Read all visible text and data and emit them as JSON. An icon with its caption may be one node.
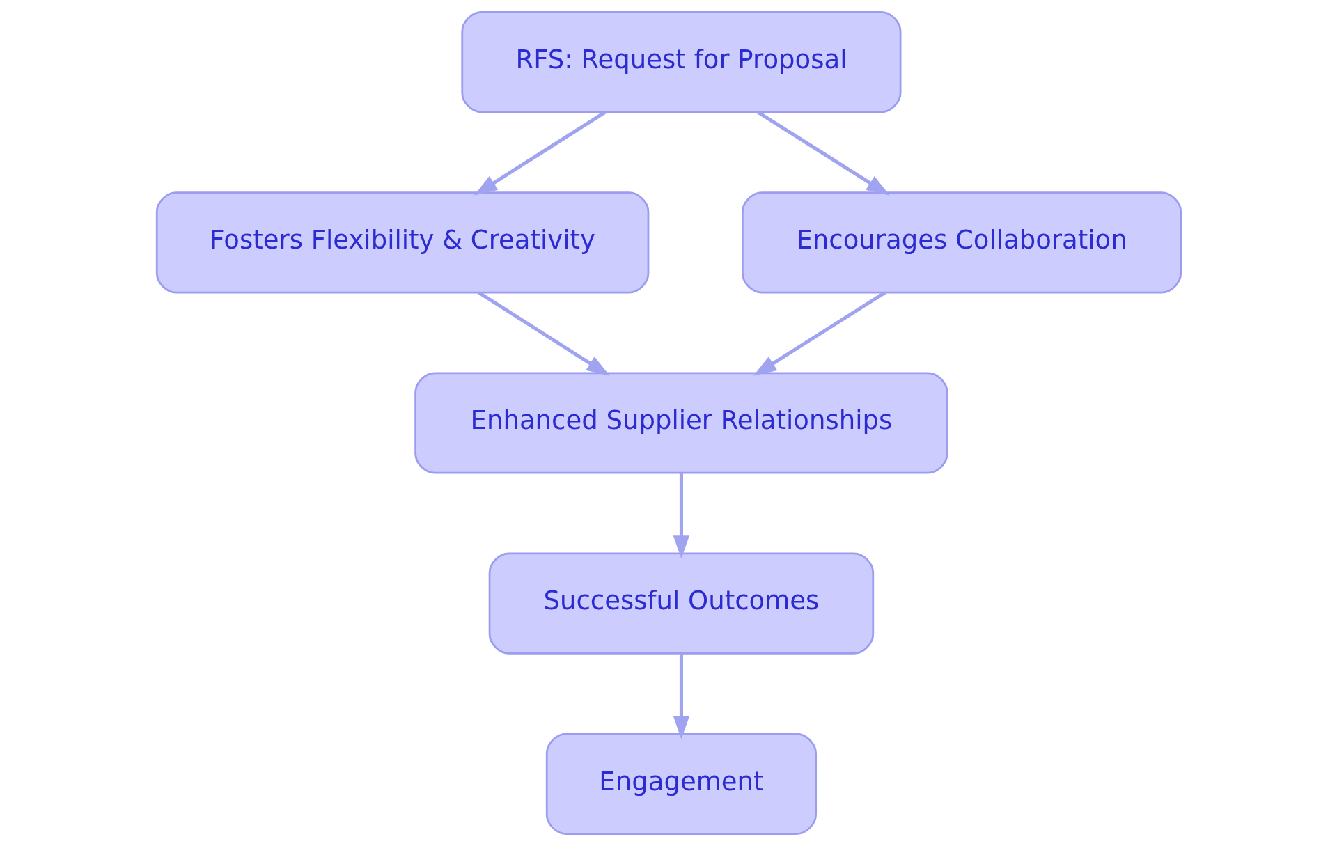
{
  "diagram": {
    "nodes": [
      {
        "text": [
          "RFS: Request for Proposal"
        ]
      },
      {
        "text": [
          "Fosters Flexibility & Creativity"
        ]
      },
      {
        "text": [
          "Encourages Collaboration"
        ]
      },
      {
        "text": [
          "Enhanced Supplier Relationships"
        ]
      },
      {
        "text": [
          "Successful Outcomes"
        ]
      },
      {
        "text": [
          "Engagement"
        ]
      }
    ],
    "edges": [
      {
        "from": 0,
        "to": 1,
        "arrow": "to"
      },
      {
        "from": 0,
        "to": 2,
        "arrow": "to"
      },
      {
        "from": 1,
        "to": 3,
        "arrow": "to"
      },
      {
        "from": 2,
        "to": 3,
        "arrow": "to"
      },
      {
        "from": 3,
        "to": 4,
        "arrow": "to"
      },
      {
        "from": 4,
        "to": 5,
        "arrow": "to"
      }
    ]
  }
}
